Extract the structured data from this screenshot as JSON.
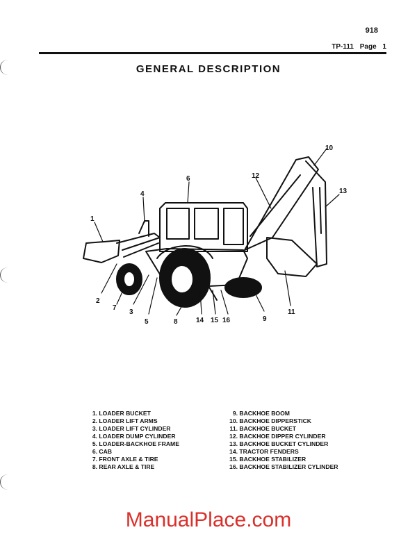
{
  "header": {
    "page_number": "918",
    "doc_ref": "TP-111 Page 1"
  },
  "title": "GENERAL DESCRIPTION",
  "callouts": [
    "1",
    "2",
    "3",
    "4",
    "5",
    "6",
    "7",
    "8",
    "9",
    "10",
    "11",
    "12",
    "13",
    "14",
    "15",
    "16"
  ],
  "legend_left": [
    {
      "num": "1.",
      "label": "LOADER BUCKET"
    },
    {
      "num": "2.",
      "label": "LOADER LIFT ARMS"
    },
    {
      "num": "3.",
      "label": "LOADER LIFT CYLINDER"
    },
    {
      "num": "4.",
      "label": "LOADER DUMP CYLINDER"
    },
    {
      "num": "5.",
      "label": "LOADER-BACKHOE FRAME"
    },
    {
      "num": "6.",
      "label": "CAB"
    },
    {
      "num": "7.",
      "label": "FRONT AXLE & TIRE"
    },
    {
      "num": "8.",
      "label": "REAR AXLE & TIRE"
    }
  ],
  "legend_right": [
    {
      "num": "9.",
      "label": "BACKHOE BOOM"
    },
    {
      "num": "10.",
      "label": "BACKHOE DIPPERSTICK"
    },
    {
      "num": "11.",
      "label": "BACKHOE BUCKET"
    },
    {
      "num": "12.",
      "label": "BACKHOE DIPPER CYLINDER"
    },
    {
      "num": "13.",
      "label": "BACKHOE BUCKET CYLINDER"
    },
    {
      "num": "14.",
      "label": "TRACTOR FENDERS"
    },
    {
      "num": "15.",
      "label": "BACKHOE STABILIZER"
    },
    {
      "num": "16.",
      "label": "BACKHOE STABILIZER CYLINDER"
    }
  ],
  "watermark": "ManualPlace.com"
}
